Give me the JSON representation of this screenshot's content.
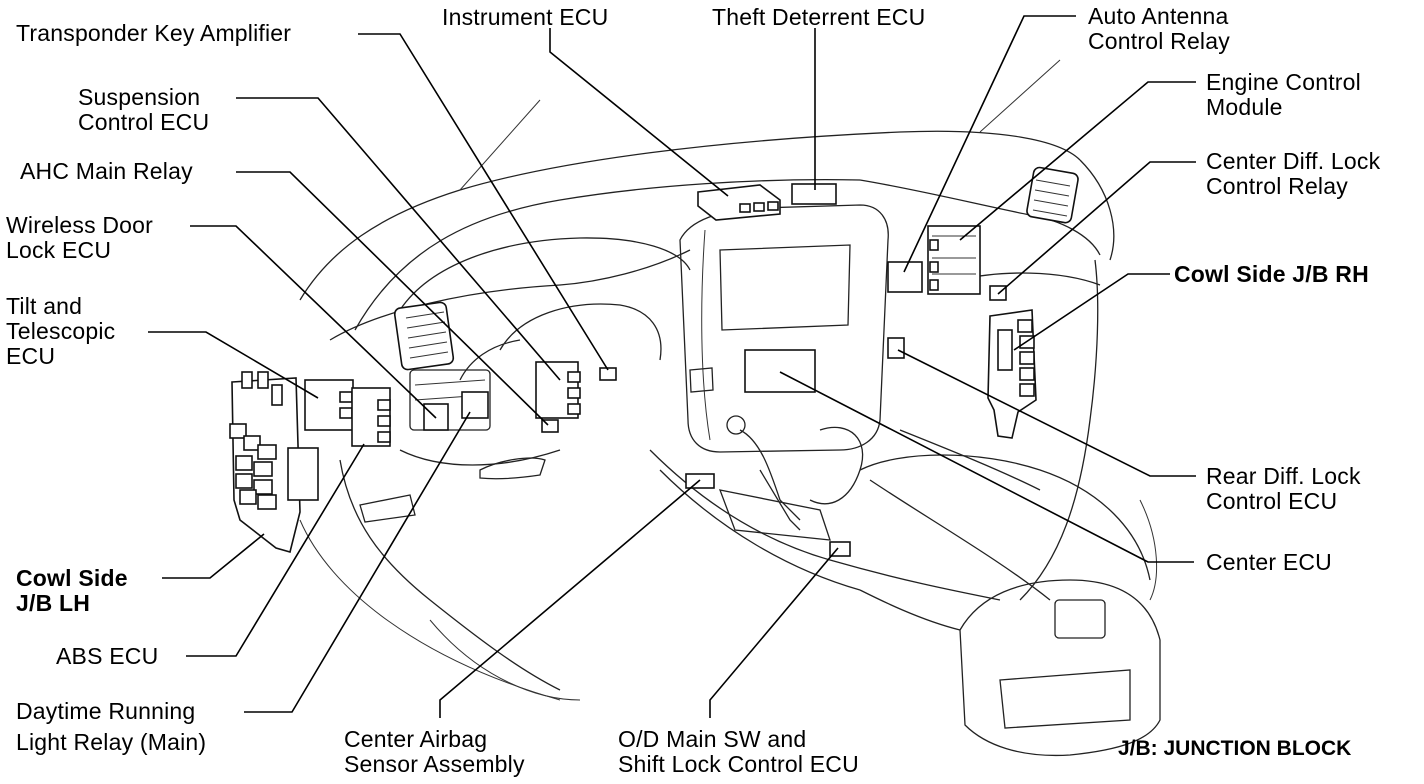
{
  "labels": {
    "transponder": [
      "Transponder Key Amplifier"
    ],
    "suspension": [
      "Suspension",
      "Control ECU"
    ],
    "ahc": [
      "AHC Main Relay"
    ],
    "wireless": [
      "Wireless Door",
      "Lock ECU"
    ],
    "tilt": [
      "Tilt and",
      "Telescopic",
      "ECU"
    ],
    "cowl_lh": [
      "Cowl Side",
      "J/B LH"
    ],
    "abs": [
      "ABS ECU"
    ],
    "daytime": [
      "Daytime Running",
      "Light Relay (Main)"
    ],
    "instrument": [
      "Instrument ECU"
    ],
    "theft": [
      "Theft Deterrent ECU"
    ],
    "antenna": [
      "Auto Antenna",
      "Control Relay"
    ],
    "engine": [
      "Engine Control",
      "Module"
    ],
    "center_diff": [
      "Center Diff. Lock",
      "Control Relay"
    ],
    "cowl_rh": [
      "Cowl Side J/B RH"
    ],
    "rear_diff": [
      "Rear Diff. Lock",
      "Control ECU"
    ],
    "center_ecu": [
      "Center ECU"
    ],
    "airbag": [
      "Center Airbag",
      "Sensor Assembly"
    ],
    "od": [
      "O/D Main SW and",
      "Shift Lock Control ECU"
    ]
  },
  "note": "J/B: JUNCTION BLOCK"
}
